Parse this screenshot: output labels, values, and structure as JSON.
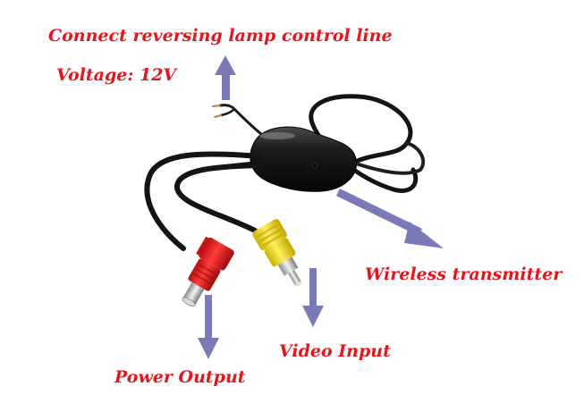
{
  "labels": {
    "reversing_line": "Connect reversing lamp control line",
    "voltage": "Voltage: 12V",
    "wireless_transmitter": "Wireless transmitter",
    "video_input": "Video Input",
    "power_output": "Power Output"
  },
  "colors": {
    "label_text": "#e8141b",
    "arrow": "#7a7ab8",
    "cable": "#141414",
    "power_connector": "#e01a1a",
    "video_connector": "#f2d814",
    "metal_tip": "#c8c8c8"
  }
}
